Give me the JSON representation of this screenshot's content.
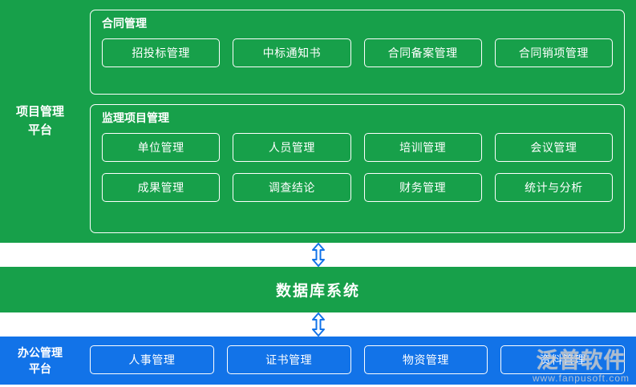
{
  "diagram": {
    "platform": {
      "label": "项目管理\n平台",
      "label_line1": "项目管理",
      "label_line2": "平台",
      "color": "#17a04a",
      "groups": [
        {
          "name": "contract",
          "title": "合同管理",
          "rows": [
            [
              "招投标管理",
              "中标通知书",
              "合同备案管理",
              "合同销项管理"
            ]
          ]
        },
        {
          "name": "supervision",
          "title": "监理项目管理",
          "rows": [
            [
              "单位管理",
              "人员管理",
              "培训管理",
              "会议管理"
            ],
            [
              "成果管理",
              "调查结论",
              "财务管理",
              "统计与分析"
            ]
          ]
        }
      ]
    },
    "database": {
      "label": "数据库系统",
      "color": "#17a04a"
    },
    "office": {
      "label_line1": "办公管理",
      "label_line2": "平台",
      "color": "#1273e8",
      "buttons": [
        "人事管理",
        "证书管理",
        "物资管理",
        "资料管理"
      ]
    },
    "arrows": [
      {
        "name": "arrow-platform-database",
        "direction": "up-down",
        "color": "#1273e8"
      },
      {
        "name": "arrow-database-office",
        "direction": "up-down",
        "color": "#1273e8"
      }
    ]
  },
  "watermark": {
    "main": "泛普软件",
    "sub": "www.fanpusoft.com"
  }
}
